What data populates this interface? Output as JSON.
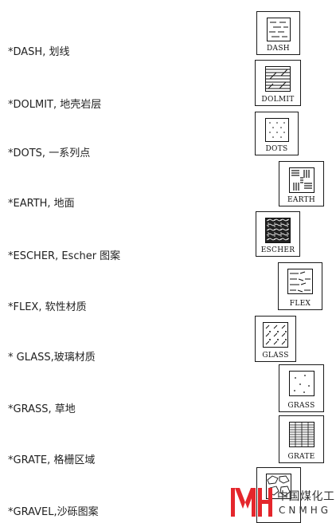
{
  "rows": [
    {
      "label": "*DASH, 划线",
      "caption": "DASH"
    },
    {
      "label": "*DOLMIT, 地壳岩层",
      "caption": "DOLMIT"
    },
    {
      "label": "*DOTS, 一系列点",
      "caption": "DOTS"
    },
    {
      "label": "*EARTH, 地面",
      "caption": "EARTH"
    },
    {
      "label": "*ESCHER, Escher 图案",
      "caption": "ESCHER"
    },
    {
      "label": "*FLEX, 软性材质",
      "caption": "FLEX"
    },
    {
      "label": "* GLASS,玻璃材质",
      "caption": "GLASS"
    },
    {
      "label": "*GRASS, 草地",
      "caption": "GRASS"
    },
    {
      "label": "*GRATE, 格栅区域",
      "caption": "GRATE"
    },
    {
      "label": "*GRAVEL,沙砾图案",
      "caption": ""
    }
  ],
  "logo": {
    "chinese": "中国煤化工",
    "english": "CNMHG",
    "color": "#e4262c"
  }
}
